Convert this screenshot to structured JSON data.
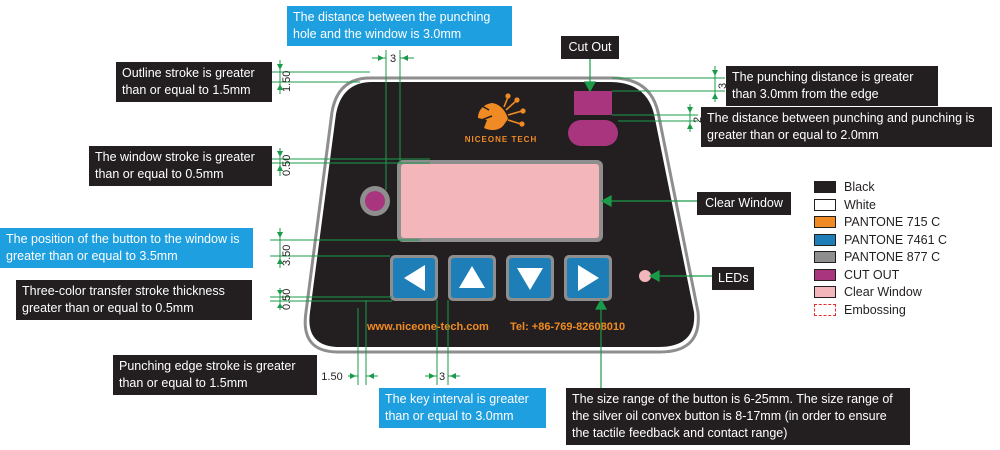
{
  "colors": {
    "panel": "#231f20",
    "orange": "#f08a24",
    "blue": "#1e7fb8",
    "gray": "#8e8e8e",
    "cutout": "#a8357e",
    "clear_window": "#f3b7bb",
    "green": "#1a9b4a"
  },
  "brand": {
    "logo_icon": "niceone-bird-logo",
    "name": "NICEONE TECH",
    "website": "www.niceone-tech.com",
    "phone": "Tel: +86-769-82608010"
  },
  "callouts": {
    "punch_hole_window": "The distance between the punching hole and the window is 3.0mm",
    "outline_stroke": "Outline stroke is greater than or equal to 1.5mm",
    "window_stroke": "The window stroke is greater than or equal to 0.5mm",
    "button_to_window": "The position of the button to the window is greater than or equal to 3.5mm",
    "three_color": "Three-color transfer stroke thickness greater than or equal to 0.5mm",
    "punching_edge": "Punching edge stroke is greater than or equal to 1.5mm",
    "key_interval": "The key interval is greater than or equal to 3.0mm",
    "cut_out": "Cut Out",
    "punch_from_edge": "The punching distance is greater than 3.0mm from the edge",
    "punch_to_punch": "The distance between punching and punching is greater than or equal to 2.0mm",
    "clear_window": "Clear Window",
    "leds": "LEDs",
    "button_size": "The size range of the button is 6-25mm. The size range of the silver oil convex button is 8-17mm (in order to ensure the tactile feedback and contact range)"
  },
  "dimensions": {
    "top_3": "3",
    "outline_150": "1.50",
    "window_050": "0.50",
    "button_350": "3.50",
    "three_color_050": "0.50",
    "bottom_150": "1.50",
    "bottom_3": "3",
    "right_3": "3",
    "right_2": "2"
  },
  "legend": [
    {
      "label": "Black",
      "color": "#231f20",
      "dashed": false
    },
    {
      "label": "White",
      "color": "#ffffff",
      "dashed": false
    },
    {
      "label": "PANTONE 715 C",
      "color": "#f08a24",
      "dashed": false
    },
    {
      "label": "PANTONE 7461 C",
      "color": "#1e7fb8",
      "dashed": false
    },
    {
      "label": "PANTONE 877 C",
      "color": "#8e8e8e",
      "dashed": false
    },
    {
      "label": "CUT OUT",
      "color": "#a8357e",
      "dashed": false
    },
    {
      "label": "Clear Window",
      "color": "#f3b7bb",
      "dashed": false
    },
    {
      "label": "Embossing",
      "color": "#ffffff",
      "dashed": true
    }
  ],
  "buttons": [
    {
      "name": "left-arrow-button",
      "icon": "arrow-left-icon"
    },
    {
      "name": "up-arrow-button",
      "icon": "arrow-up-icon"
    },
    {
      "name": "down-arrow-button",
      "icon": "arrow-down-icon"
    },
    {
      "name": "right-arrow-button",
      "icon": "arrow-right-icon"
    }
  ]
}
